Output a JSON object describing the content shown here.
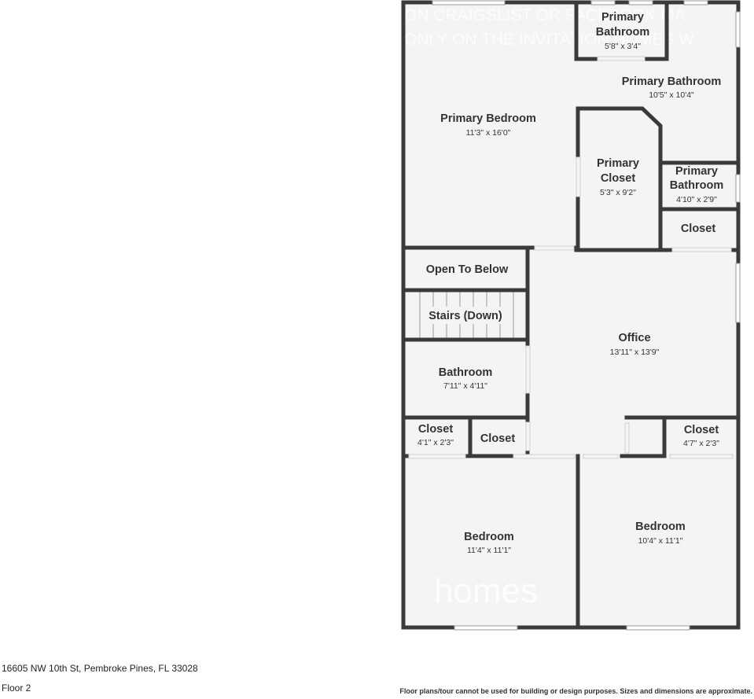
{
  "rooms": {
    "primary_bathroom_small": {
      "name_line1": "Primary",
      "name_line2": "Bathroom",
      "dims": "5'8\" x 3'4\""
    },
    "primary_bathroom_main": {
      "name": "Primary Bathroom",
      "dims": "10'5\" x 10'4\""
    },
    "primary_bedroom": {
      "name": "Primary Bedroom",
      "dims": "11'3\" x 16'0\""
    },
    "primary_closet": {
      "name_line1": "Primary",
      "name_line2": "Closet",
      "dims": "5'3\" x 9'2\""
    },
    "primary_bathroom_side": {
      "name_line1": "Primary",
      "name_line2": "Bathroom",
      "dims": "4'10\" x 2'9\""
    },
    "closet_upper": {
      "name": "Closet"
    },
    "open_to_below": {
      "name": "Open To Below"
    },
    "stairs": {
      "name": "Stairs (Down)"
    },
    "office": {
      "name": "Office",
      "dims": "13'11\" x 13'9\""
    },
    "bathroom": {
      "name": "Bathroom",
      "dims": "7'11\" x 4'11\""
    },
    "closet_left": {
      "name": "Closet",
      "dims": "4'1\" x 2'3\""
    },
    "closet_middle": {
      "name": "Closet"
    },
    "closet_right": {
      "name": "Closet",
      "dims": "4'7\" x 2'3\""
    },
    "bedroom_left": {
      "name": "Bedroom",
      "dims": "11'4\" x 11'1\""
    },
    "bedroom_right": {
      "name": "Bedroom",
      "dims": "10'4\" x 11'1\""
    }
  },
  "watermark": {
    "line1": "ON CRAIGSLIST OR FACEBOOK MA",
    "line2": "ONLY ON THE INVITATION HOMES W",
    "logo": "homes"
  },
  "footer": {
    "address": "16605 NW 10th St, Pembroke Pines, FL 33028",
    "floor": "Floor 2",
    "disclaimer": "Floor plans/tour cannot be used for building or design purposes. Sizes and dimensions are approximate."
  },
  "colors": {
    "wall": "#3a3a3a",
    "floor_fill": "#f4f4f4",
    "window": "#ffffff",
    "background": "#ffffff"
  }
}
